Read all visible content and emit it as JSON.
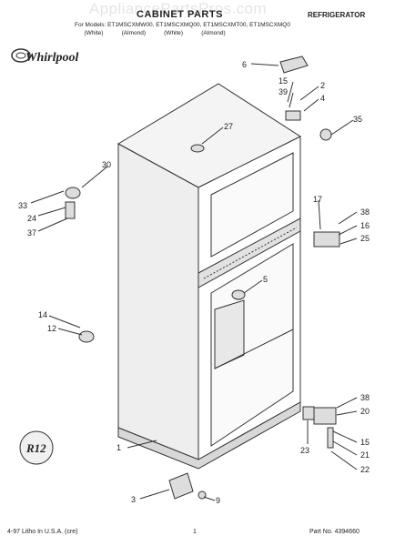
{
  "header": {
    "watermark": "AppliancePartsPros.com",
    "title": "CABINET PARTS",
    "product": "REFRIGERATOR",
    "models": "For Models: ET1MSCXMW00, ET1MSCXMQ00, ET1MSCXMT00, ET1MSCXMQ0",
    "colors": [
      "(White)",
      "(Almond)",
      "(White)",
      "(Almond)"
    ],
    "brand": "Whirlpool"
  },
  "callouts": [
    "6",
    "2",
    "15",
    "39",
    "4",
    "35",
    "27",
    "30",
    "33",
    "24",
    "37",
    "17",
    "38",
    "16",
    "25",
    "5",
    "14",
    "12",
    "38",
    "20",
    "23",
    "15",
    "21",
    "22",
    "1",
    "3",
    "9"
  ],
  "footer": {
    "left": "4-97 Litho In U.S.A. (cre)",
    "page": "1",
    "part_no": "Part No. 4394660"
  },
  "badge": "R12"
}
